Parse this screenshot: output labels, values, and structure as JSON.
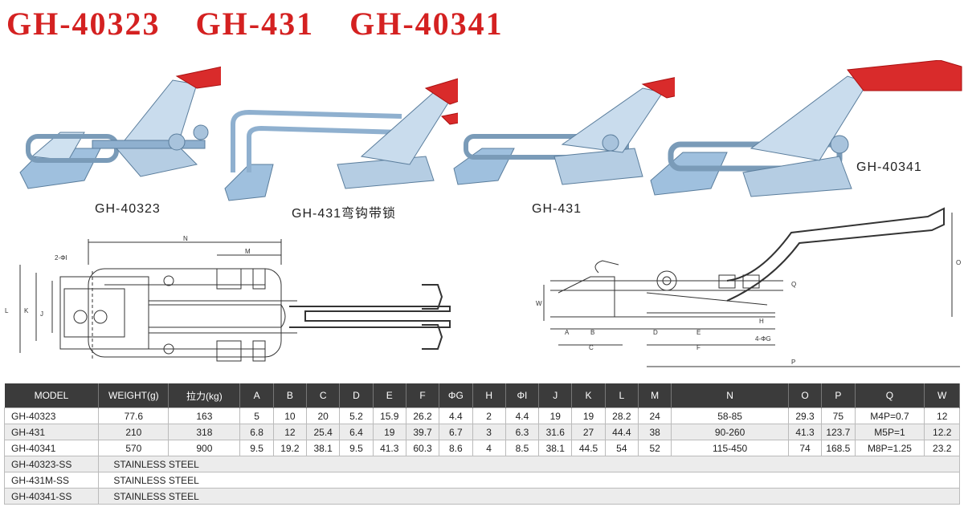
{
  "header": {
    "models": [
      "GH-40323",
      "GH-431",
      "GH-40341"
    ]
  },
  "photos": {
    "captions": [
      "GH-40323",
      "GH-431弯钩带锁",
      "GH-431",
      "GH-40341"
    ]
  },
  "drawing_top": {
    "labels": {
      "n": "N",
      "m": "M",
      "holes": "2-ΦI",
      "l": "L",
      "k": "K",
      "j": "J"
    }
  },
  "drawing_side": {
    "labels": {
      "w": "W",
      "a": "A",
      "b": "B",
      "c": "C",
      "d": "D",
      "e": "E",
      "f": "F",
      "h": "H",
      "g": "4-ΦG",
      "o": "O",
      "p": "P",
      "q": "Q"
    }
  },
  "table": {
    "headers": [
      "MODEL",
      "WEIGHT(g)",
      "拉力(kg)",
      "A",
      "B",
      "C",
      "D",
      "E",
      "F",
      "ΦG",
      "H",
      "ΦI",
      "J",
      "K",
      "L",
      "M",
      "N",
      "O",
      "P",
      "Q",
      "W"
    ],
    "rows": [
      [
        "GH-40323",
        "77.6",
        "163",
        "5",
        "10",
        "20",
        "5.2",
        "15.9",
        "26.2",
        "4.4",
        "2",
        "4.4",
        "19",
        "19",
        "28.2",
        "24",
        "58-85",
        "29.3",
        "75",
        "M4P=0.7",
        "12"
      ],
      [
        "GH-431",
        "210",
        "318",
        "6.8",
        "12",
        "25.4",
        "6.4",
        "19",
        "39.7",
        "6.7",
        "3",
        "6.3",
        "31.6",
        "27",
        "44.4",
        "38",
        "90-260",
        "41.3",
        "123.7",
        "M5P=1",
        "12.2"
      ],
      [
        "GH-40341",
        "570",
        "900",
        "9.5",
        "19.2",
        "38.1",
        "9.5",
        "41.3",
        "60.3",
        "8.6",
        "4",
        "8.5",
        "38.1",
        "44.5",
        "54",
        "52",
        "115-450",
        "74",
        "168.5",
        "M8P=1.25",
        "23.2"
      ]
    ],
    "stainless_rows": [
      {
        "model": "GH-40323-SS",
        "material": "STAINLESS STEEL"
      },
      {
        "model": "GH-431M-SS",
        "material": "STAINLESS STEEL"
      },
      {
        "model": "GH-40341-SS",
        "material": "STAINLESS STEEL"
      }
    ]
  }
}
